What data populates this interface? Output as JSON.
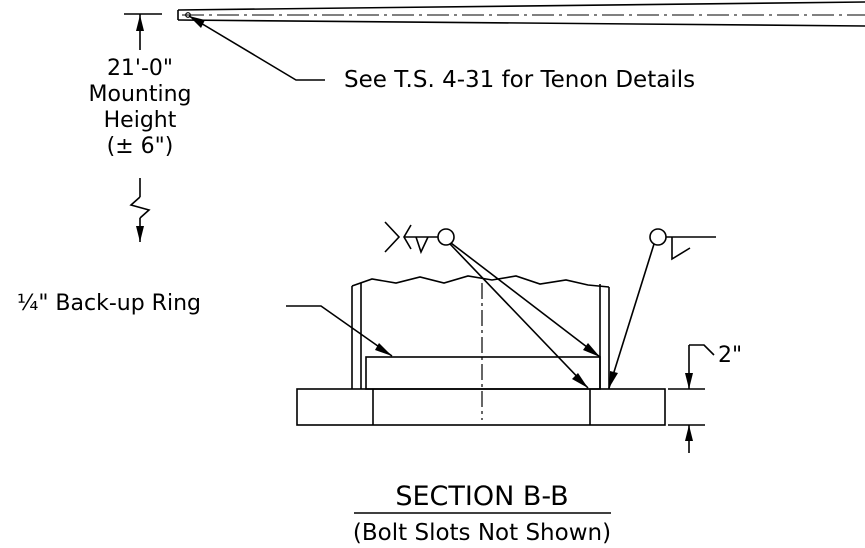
{
  "tenon_note": "See T.S. 4-31 for Tenon Details",
  "mounting_height": {
    "line1": "21'-0\"",
    "line2": "Mounting",
    "line3": "Height",
    "line4": "(± 6\")"
  },
  "backup_ring_label": "¼\" Back-up Ring",
  "dimension_2in": "2\"",
  "section_title": "SECTION B-B",
  "section_subtitle": "(Bolt Slots Not Shown)"
}
